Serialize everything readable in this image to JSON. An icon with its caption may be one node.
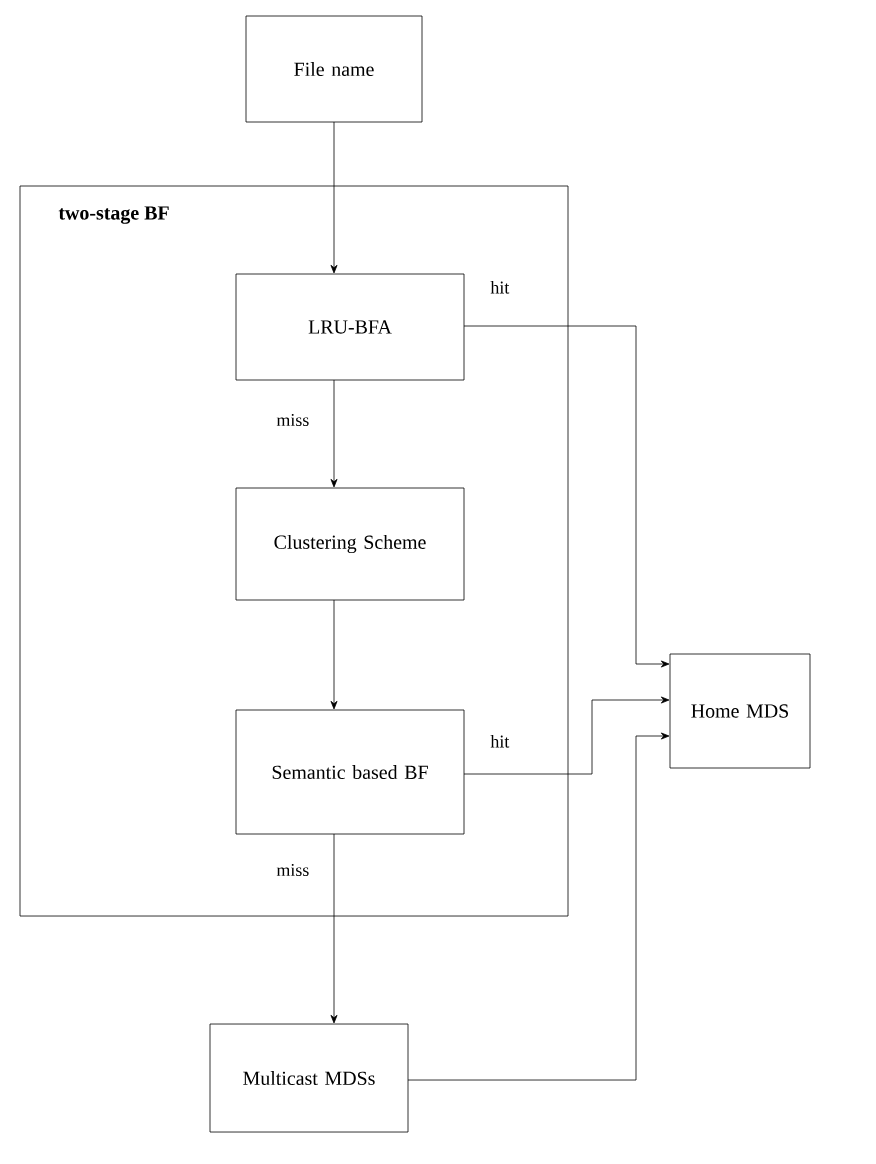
{
  "diagram": {
    "nodes": [
      {
        "text": [
          "File name"
        ]
      },
      {
        "text": [
          "two-stage BF"
        ]
      },
      {
        "text": [
          "LRU-BFA"
        ],
        "in": 1
      },
      {
        "text": [
          "Clustering Scheme"
        ],
        "in": 1
      },
      {
        "text": [
          "Semantic based BF"
        ],
        "in": 1
      },
      {
        "text": [
          "Multicast MDSs"
        ]
      },
      {
        "text": [
          "Home MDS"
        ]
      }
    ],
    "edges": [
      {
        "from": 0,
        "to": 2,
        "arrow": "to"
      },
      {
        "from": 2,
        "to": 3,
        "arrow": "to",
        "label": "miss"
      },
      {
        "from": 3,
        "to": 4,
        "arrow": "to"
      },
      {
        "from": 4,
        "to": 5,
        "arrow": "to",
        "label": "miss"
      },
      {
        "from": 2,
        "to": 6,
        "arrow": "to",
        "label": "hit"
      },
      {
        "from": 4,
        "to": 6,
        "arrow": "to",
        "label": "hit"
      },
      {
        "from": 5,
        "to": 6,
        "arrow": "to"
      }
    ]
  }
}
